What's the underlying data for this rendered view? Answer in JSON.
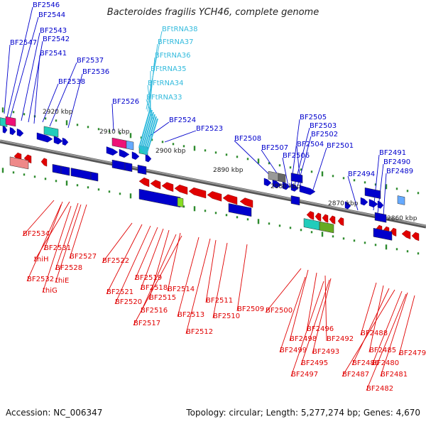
{
  "title": "Bacteroides fragilis YCH46, complete genome",
  "footer": {
    "accession": "Accession: NC_006347",
    "summary": "Topology: circular; Length: 5,277,274 bp; Genes: 4,670"
  },
  "colors": {
    "forward": "#0000cc",
    "reverse": "#e00000",
    "rna": "#33bbdd",
    "backbone": "#777777",
    "tick": "#2e8b2e",
    "magenta": "#ee1177",
    "teal": "#22ccbb",
    "gray": "#999999",
    "lime": "#88dd22",
    "salmon": "#ee8888",
    "lightblue": "#66aaff"
  },
  "scale_labels": [
    "2920 kbp",
    "2910 kbp",
    "2900 kbp",
    "2890 kbp",
    "2880 kbp",
    "2870 kbp",
    "2860 kbp"
  ],
  "rna_labels": [
    "BFtRNA38",
    "BFtRNA37",
    "BFtRNA36",
    "BFtRNA35",
    "BFtRNA34",
    "BFtRNA33"
  ],
  "forward_labels": [
    "BF2546",
    "BF2544",
    "BF2543",
    "BF2542",
    "BF2547",
    "BF2541",
    "BF2537",
    "BF2538",
    "BF2536",
    "BF2526",
    "BF2524",
    "BF2523",
    "BF2508",
    "BF2507",
    "BF2506",
    "BF2505",
    "BF2503",
    "BF2502",
    "BF2504",
    "BF2501",
    "BF2491",
    "BF2490",
    "BF2489",
    "BF2494"
  ],
  "reverse_labels": [
    "BF2534",
    "BF2531",
    "thiH",
    "BF2527",
    "BF2528",
    "BF2532",
    "thiE",
    "thiG",
    "BF2522",
    "BF2521",
    "BF2520",
    "BF2519",
    "BF2518",
    "BF2515",
    "BF2514",
    "BF2516",
    "BF2517",
    "BF2513",
    "BF2512",
    "BF2511",
    "BF2510",
    "BF2509",
    "BF2500",
    "BF2498",
    "BF2496",
    "BF2492",
    "BF2499",
    "BF2493",
    "BF2495",
    "BF2497",
    "BF2488",
    "BF2485",
    "BF2486",
    "BF2487",
    "BF2480",
    "BF2481",
    "BF2482",
    "BF2479"
  ]
}
